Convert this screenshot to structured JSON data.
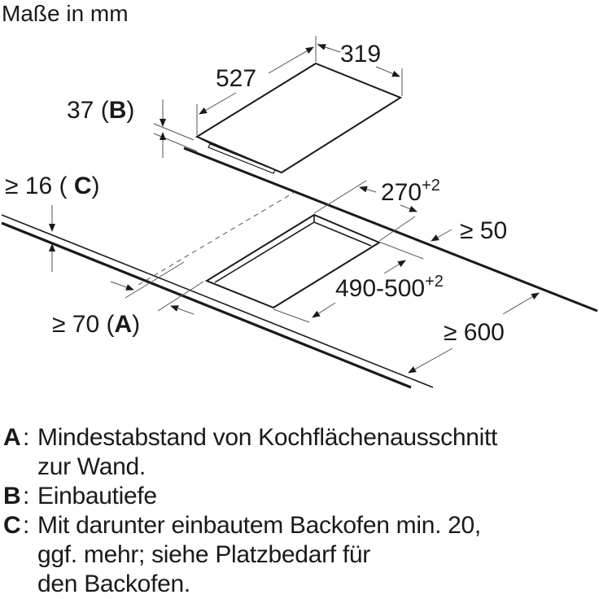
{
  "title": "Maße in mm",
  "hob": {
    "width": "527",
    "depth": "319",
    "thickness_value": "37",
    "thickness_ref": "B"
  },
  "cutout": {
    "depth_value": "270",
    "depth_tolerance": "+2",
    "width_value": "490-500",
    "width_tolerance": "+2"
  },
  "clearances": {
    "worktop_min_thickness": "≥ 16",
    "worktop_ref": "C",
    "wall_distance": "≥ 70",
    "wall_ref": "A",
    "rear_edge": "≥ 50",
    "worktop_depth": "≥ 600"
  },
  "legend": [
    {
      "key": "A",
      "lines": [
        "Mindestabstand von Kochflächenausschnitt",
        "zur Wand."
      ]
    },
    {
      "key": "B",
      "lines": [
        "Einbautiefe"
      ]
    },
    {
      "key": "C",
      "lines": [
        "Mit darunter einbautem Backofen min. 20,",
        "ggf. mehr; siehe Platzbedarf für",
        "den Backofen."
      ]
    }
  ],
  "colors": {
    "line": "#1a1a1a",
    "dimension_line": "#555555",
    "background": "#ffffff"
  }
}
